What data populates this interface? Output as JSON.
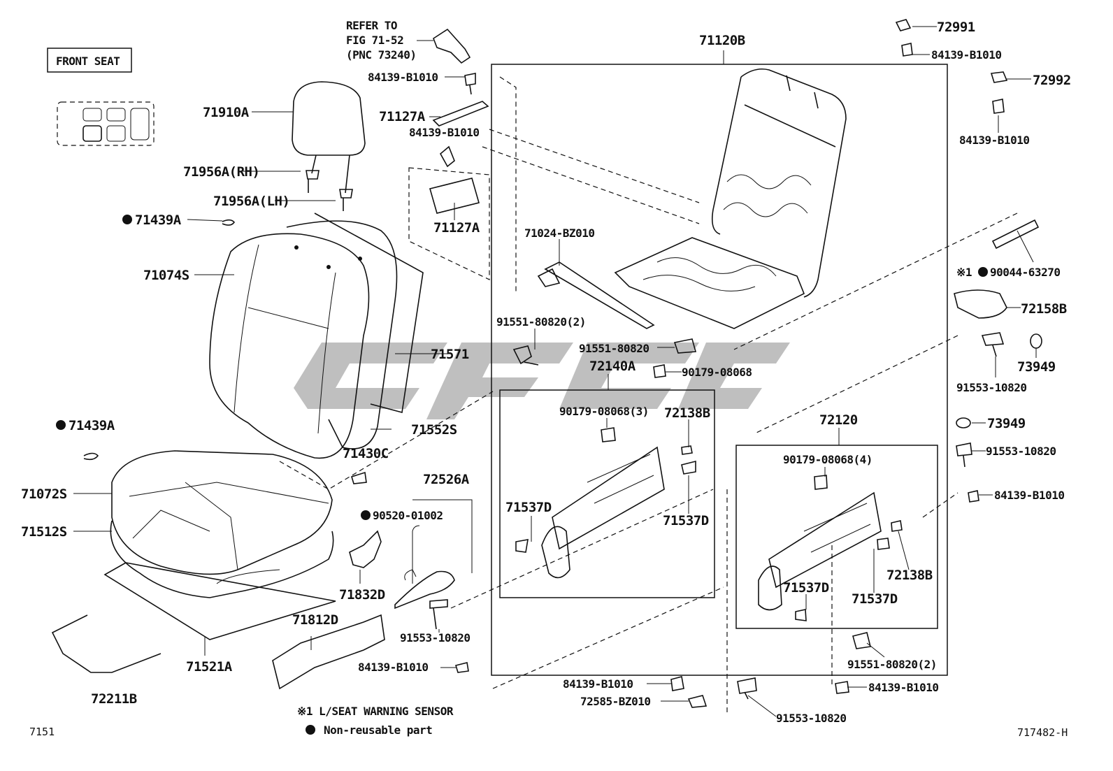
{
  "title": "FRONT SEAT",
  "refer_note": [
    "REFER TO",
    "FIG 71-52",
    "(PNC 73240)"
  ],
  "labels": {
    "l_71910A": "71910A",
    "l_71956A_RH": "71956A(RH)",
    "l_71956A_LH": "71956A(LH)",
    "l_71439A_top": "71439A",
    "l_71074S": "71074S",
    "l_71571": "71571",
    "l_71552S": "71552S",
    "l_71439A_mid": "71439A",
    "l_71430C": "71430C",
    "l_71072S": "71072S",
    "l_71512S": "71512S",
    "l_71832D": "71832D",
    "l_90520": "90520-01002",
    "l_72526A": "72526A",
    "l_91553_a": "91553-10820",
    "l_71812D": "71812D",
    "l_84139_a": "84139-B1010",
    "l_71521A": "71521A",
    "l_72211B": "72211B",
    "l_84139_b": "84139-B1010",
    "l_71127A_top": "71127A",
    "l_84139_c": "84139-B1010",
    "l_71127A_bot": "71127A",
    "l_71120B": "71120B",
    "l_71024": "71024-BZ010",
    "l_91551_a": "91551-80820(2)",
    "l_91551_b": "91551-80820",
    "l_72140A": "72140A",
    "l_90179_a": "90179-08068",
    "l_90179_3": "90179-08068(3)",
    "l_72138B_a": "72138B",
    "l_71537D_a": "71537D",
    "l_71537D_b": "71537D",
    "l_72120": "72120",
    "l_90179_4": "90179-08068(4)",
    "l_71537D_c": "71537D",
    "l_71537D_d": "71537D",
    "l_72138B_b": "72138B",
    "l_91551_c": "91551-80820(2)",
    "l_84139_d": "84139-B1010",
    "l_72585": "72585-BZ010",
    "l_84139_e": "84139-B1010",
    "l_91553_b": "91553-10820",
    "l_72991": "72991",
    "l_84139_f": "84139-B1010",
    "l_72992": "72992",
    "l_84139_g": "84139-B1010",
    "l_90044": "90044-63270",
    "l_72158B": "72158B",
    "l_91553_c": "91553-10820",
    "l_73949_a": "73949",
    "l_73949_b": "73949",
    "l_91553_d": "91553-10820",
    "l_84139_h": "84139-B1010"
  },
  "legend": {
    "sensor_note": "※1 L/SEAT WARNING SENSOR",
    "nonreusable_note": "Non-reusable part",
    "ref_mark": "※1"
  },
  "footer": {
    "left_code": "7151",
    "right_code": "717482-H"
  }
}
